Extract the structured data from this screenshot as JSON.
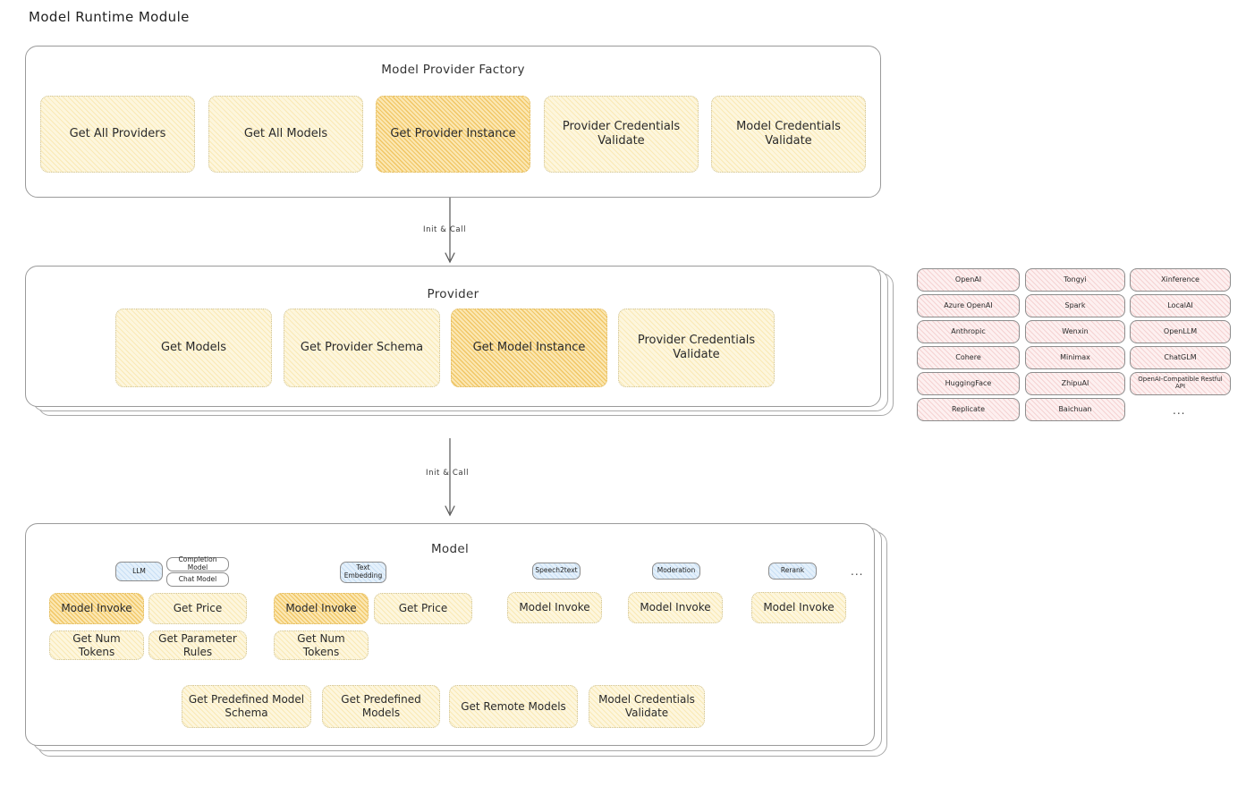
{
  "page": {
    "title": "Model Runtime Module"
  },
  "factory": {
    "title": "Model Provider Factory",
    "nodes": [
      {
        "label": "Get All Providers",
        "highlight": false
      },
      {
        "label": "Get All Models",
        "highlight": false
      },
      {
        "label": "Get Provider Instance",
        "highlight": true
      },
      {
        "label": "Provider Credentials Validate",
        "highlight": false
      },
      {
        "label": "Model Credentials Validate",
        "highlight": false
      }
    ]
  },
  "arrows": [
    {
      "label": "Init & Call"
    },
    {
      "label": "Init & Call"
    }
  ],
  "provider": {
    "title": "Provider",
    "nodes": [
      {
        "label": "Get Models",
        "highlight": false
      },
      {
        "label": "Get Provider Schema",
        "highlight": false
      },
      {
        "label": "Get Model Instance",
        "highlight": true
      },
      {
        "label": "Provider Credentials Validate",
        "highlight": false
      }
    ]
  },
  "provider_list": {
    "columns": [
      [
        "OpenAI",
        "Azure OpenAI",
        "Anthropic",
        "Cohere",
        "HuggingFace",
        "Replicate"
      ],
      [
        "Tongyi",
        "Spark",
        "Wenxin",
        "Minimax",
        "ZhipuAI",
        "Baichuan"
      ],
      [
        "Xinference",
        "LocalAI",
        "OpenLLM",
        "ChatGLM",
        "OpenAI-Compatible Restful API"
      ]
    ],
    "more": "..."
  },
  "model": {
    "title": "Model",
    "more": "...",
    "groups": [
      {
        "chip": "LLM",
        "chip_style": "blue",
        "sub_chips": [
          "Completion Model",
          "Chat Model"
        ],
        "nodes": [
          {
            "label": "Model Invoke",
            "highlight": true
          },
          {
            "label": "Get Price",
            "highlight": false
          },
          {
            "label": "Get Num Tokens",
            "highlight": false
          },
          {
            "label": "Get Parameter Rules",
            "highlight": false
          }
        ]
      },
      {
        "chip": "Text Embedding",
        "chip_style": "blue",
        "sub_chips": [],
        "nodes": [
          {
            "label": "Model Invoke",
            "highlight": true
          },
          {
            "label": "Get Price",
            "highlight": false
          },
          {
            "label": "Get Num Tokens",
            "highlight": false
          }
        ]
      },
      {
        "chip": "Speech2text",
        "chip_style": "blue",
        "sub_chips": [],
        "nodes": [
          {
            "label": "Model Invoke",
            "highlight": false
          }
        ]
      },
      {
        "chip": "Moderation",
        "chip_style": "blue",
        "sub_chips": [],
        "nodes": [
          {
            "label": "Model Invoke",
            "highlight": false
          }
        ]
      },
      {
        "chip": "Rerank",
        "chip_style": "blue",
        "sub_chips": [],
        "nodes": [
          {
            "label": "Model Invoke",
            "highlight": false
          }
        ]
      }
    ],
    "common_nodes": [
      {
        "label": "Get Predefined Model Schema"
      },
      {
        "label": "Get Predefined Models"
      },
      {
        "label": "Get Remote Models"
      },
      {
        "label": "Model Credentials Validate"
      }
    ]
  },
  "colors": {
    "node_fill": "#fdf6dd",
    "node_highlight_fill": "#fbe7b2",
    "provider_chip_fill": "#fdf0f0",
    "model_chip_fill": "#e4f0fb",
    "border": "#9a9a9a"
  }
}
